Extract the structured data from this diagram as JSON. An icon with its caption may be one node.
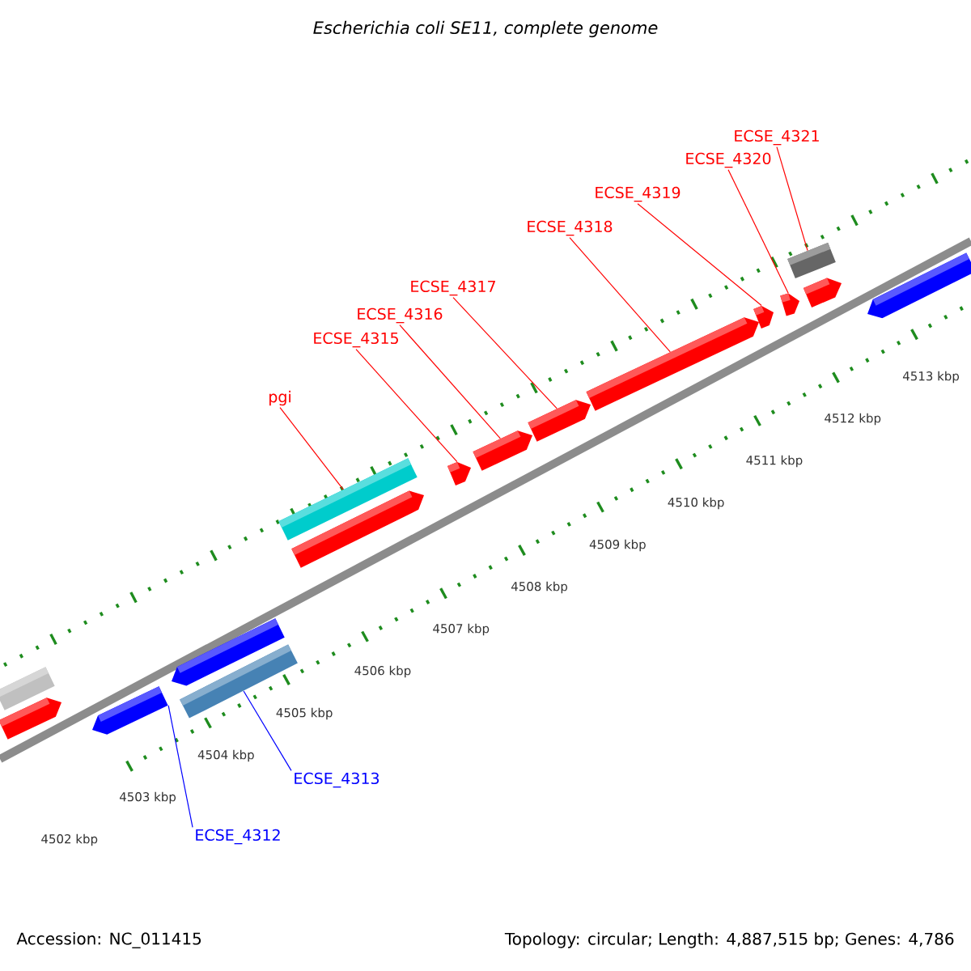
{
  "diagram": {
    "title": "Escherichia coli SE11, complete genome",
    "nodes": [
      {
        "text": [
          "pgi"
        ]
      },
      {
        "text": [
          "ECSE_4315"
        ]
      },
      {
        "text": [
          "ECSE_4316"
        ]
      },
      {
        "text": [
          "ECSE_4317"
        ]
      },
      {
        "text": [
          "ECSE_4318"
        ]
      },
      {
        "text": [
          "ECSE_4319"
        ]
      },
      {
        "text": [
          "ECSE_4320"
        ]
      },
      {
        "text": [
          "ECSE_4321"
        ]
      },
      {
        "text": [
          "ECSE_4312"
        ]
      },
      {
        "text": [
          "ECSE_4313"
        ]
      },
      {
        "text": [],
        "shape": "bar"
      },
      {
        "text": [],
        "shape": "bar"
      },
      {
        "text": [],
        "shape": "bar"
      },
      {
        "text": [],
        "shape": "bar"
      },
      {
        "text": [],
        "shape": "bar"
      },
      {
        "text": [],
        "shape": "bar"
      },
      {
        "text": [],
        "shape": "bar"
      },
      {
        "text": [],
        "shape": "bar"
      },
      {
        "text": [],
        "shape": "bar"
      },
      {
        "text": [],
        "shape": "bar"
      },
      {
        "text": [],
        "shape": "bar"
      },
      {
        "text": [],
        "shape": "bar"
      },
      {
        "text": [],
        "shape": "bar"
      },
      {
        "text": [],
        "shape": "bar"
      },
      {
        "text": [],
        "shape": "bar"
      },
      {
        "text": [],
        "shape": "bar"
      }
    ],
    "edges": [
      {
        "from": 0,
        "to": 15,
        "arrow": "none"
      },
      {
        "from": 1,
        "to": 17,
        "arrow": "none"
      },
      {
        "from": 2,
        "to": 18,
        "arrow": "none"
      },
      {
        "from": 3,
        "to": 19,
        "arrow": "none"
      },
      {
        "from": 4,
        "to": 20,
        "arrow": "none"
      },
      {
        "from": 5,
        "to": 21,
        "arrow": "none"
      },
      {
        "from": 6,
        "to": 22,
        "arrow": "none"
      },
      {
        "from": 7,
        "to": 23,
        "arrow": "none"
      },
      {
        "from": 8,
        "to": 12,
        "arrow": "none",
        "color": "#0000ff"
      },
      {
        "from": 9,
        "to": 14,
        "arrow": "none",
        "color": "#0000ff"
      }
    ],
    "labels": [
      "4502 kbp",
      "4503 kbp",
      "4504 kbp",
      "4505 kbp",
      "4506 kbp",
      "4507 kbp",
      "4508 kbp",
      "4509 kbp",
      "4510 kbp",
      "4511 kbp",
      "4512 kbp",
      "4513 kbp",
      "Accession: NC_011415",
      "Topology: circular; Length: 4,887,515 bp; Genes: 4,786"
    ]
  }
}
